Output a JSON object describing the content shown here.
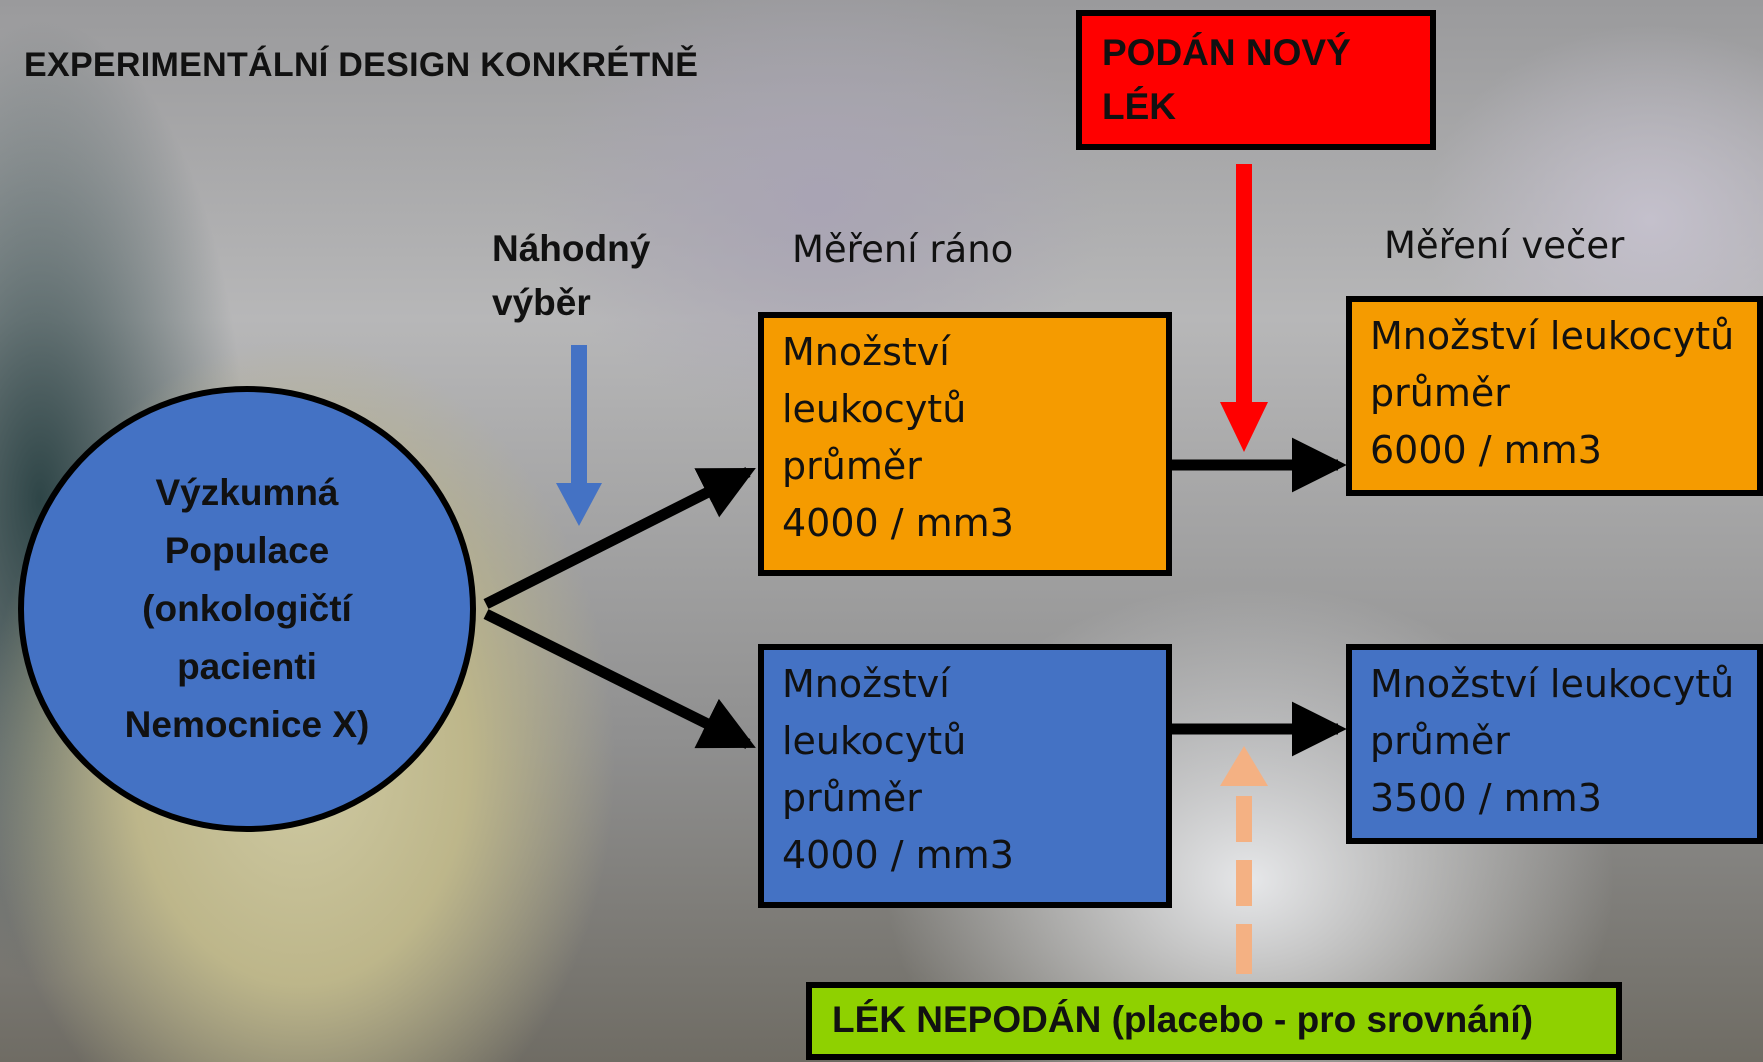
{
  "title": "EXPERIMENTÁLNÍ DESIGN KONKRÉTNĚ",
  "population": {
    "lines": [
      "Výzkumná",
      "Populace",
      "(onkologičtí",
      "pacienti",
      "Nemocnice X)"
    ]
  },
  "random_selection": {
    "lines": [
      "Náhodný",
      "výběr"
    ]
  },
  "morning_label": "Měření ráno",
  "evening_label": "Měření večer",
  "drug_given": {
    "lines": [
      "PODÁN NOVÝ",
      "LÉK"
    ]
  },
  "drug_not_given": "LÉK NEPODÁN (placebo - pro srovnání)",
  "group_treated": {
    "morning": [
      "Množství",
      "leukocytů",
      "průměr",
      "4000 / mm3"
    ],
    "evening": [
      "Množství leukocytů",
      "průměr",
      "6000 / mm3"
    ]
  },
  "group_placebo": {
    "morning": [
      "Množství",
      "leukocytů",
      "průměr",
      "4000 / mm3"
    ],
    "evening": [
      "Množství leukocytů",
      "průměr",
      "3500 / mm3"
    ]
  },
  "colors": {
    "treated": "#f59b00",
    "placebo": "#4472c4",
    "drug_given": "#ff0000",
    "drug_not_given": "#8fd100",
    "random_arrow": "#4472c4",
    "placebo_arrow": "#f4b183"
  }
}
